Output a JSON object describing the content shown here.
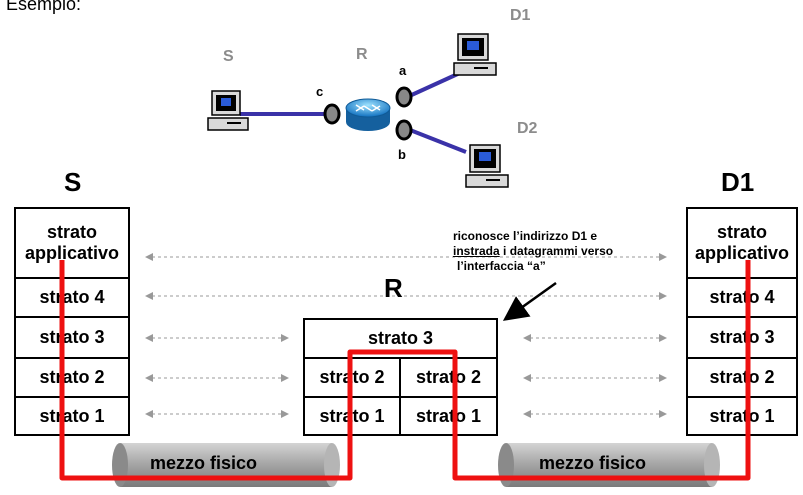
{
  "title": "Esempio:",
  "topology": {
    "host_s": "S",
    "router_r": "R",
    "host_d1": "D1",
    "host_d2": "D2",
    "iface_a": "a",
    "iface_b": "b",
    "iface_c": "c"
  },
  "stacks": {
    "source": {
      "label": "S",
      "layers": [
        "strato applicativo",
        "strato 4",
        "strato 3",
        "strato 2",
        "strato 1"
      ]
    },
    "router": {
      "label": "R",
      "top": "strato 3",
      "left": [
        "strato 2",
        "strato 1"
      ],
      "right": [
        "strato 2",
        "strato 1"
      ]
    },
    "dest": {
      "label": "D1",
      "layers": [
        "strato applicativo",
        "strato 4",
        "strato 3",
        "strato 2",
        "strato 1"
      ]
    }
  },
  "media": [
    "mezzo fisico",
    "mezzo fisico"
  ],
  "annotation": {
    "line1": "riconosce l’indirizzo D1 e",
    "line2_u": "instrada",
    "line2_rest": " i datagrammi verso",
    "line3": "l’interfaccia “a”"
  },
  "colors": {
    "path": "#ee1111",
    "link": "#3a32a8",
    "gray_label": "#8c8c8c"
  }
}
